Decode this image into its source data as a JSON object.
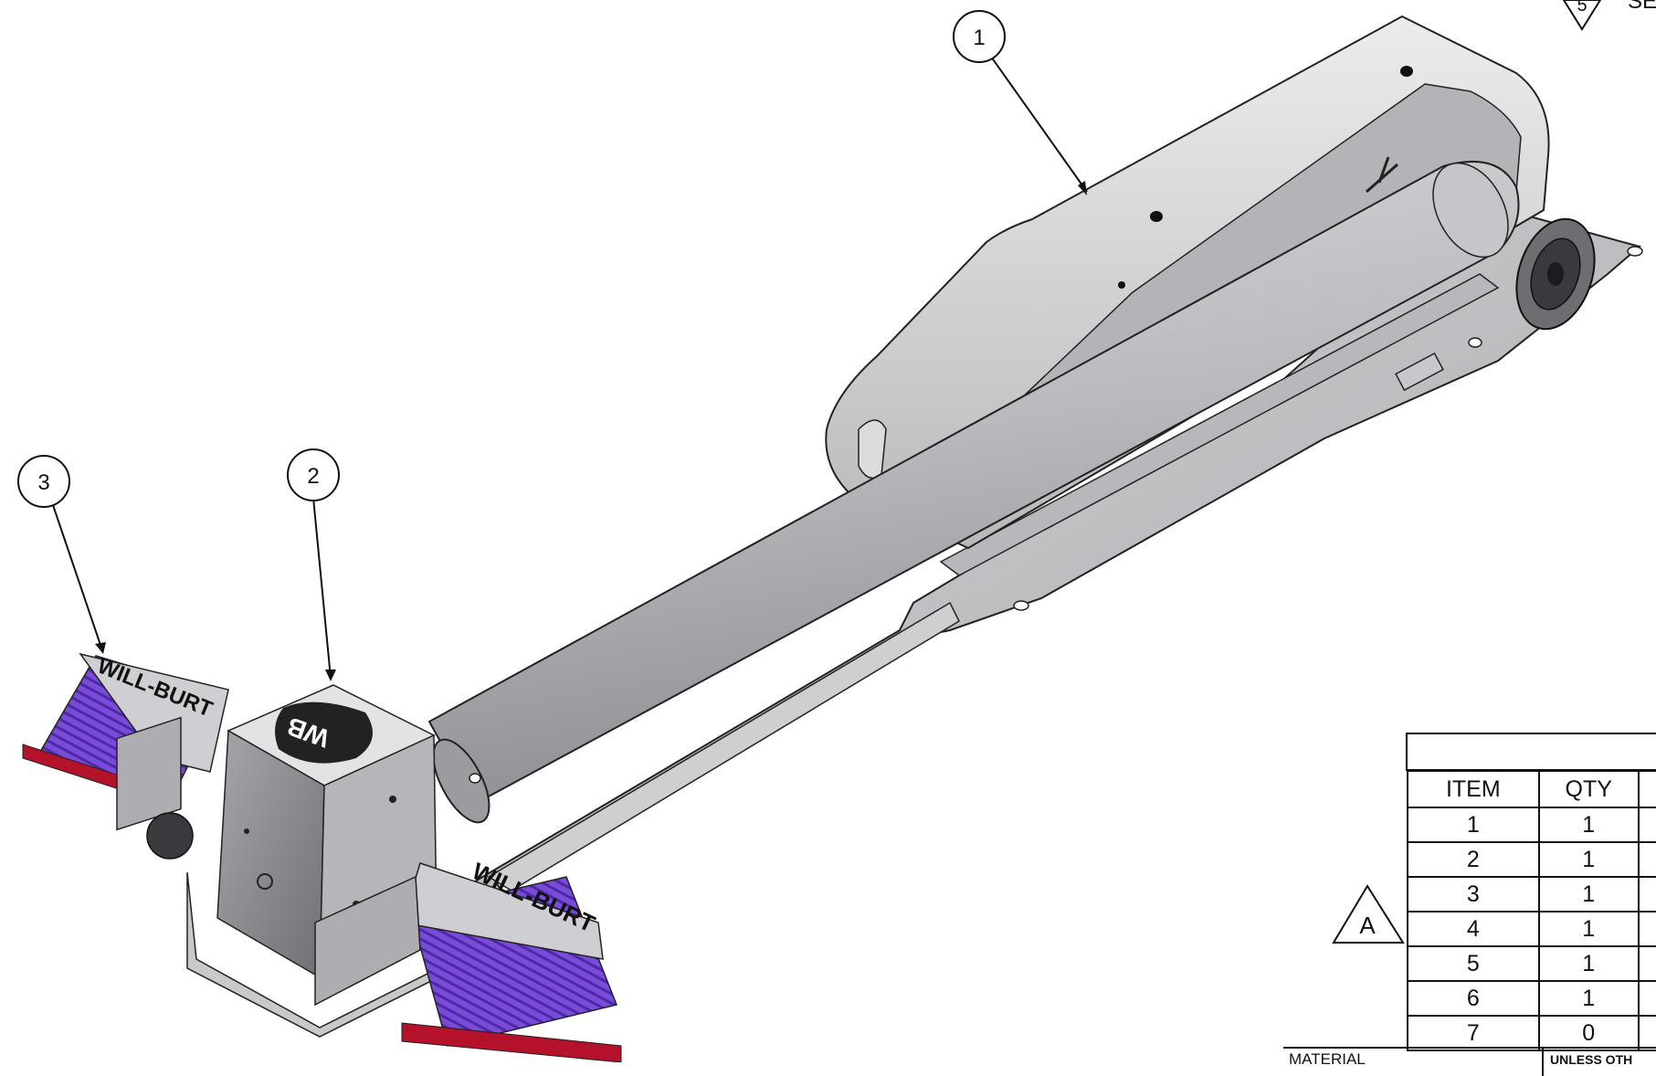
{
  "balloons": [
    {
      "id": "balloon-1",
      "label": "1"
    },
    {
      "id": "balloon-2",
      "label": "2"
    },
    {
      "id": "balloon-3",
      "label": "3"
    }
  ],
  "revision_mark": "A",
  "top_note": {
    "triangle_label": "5",
    "text": "SE"
  },
  "brand_text": "WILL-BURT",
  "logo_text": "WB",
  "bom": {
    "headers": [
      "ITEM",
      "QTY"
    ],
    "rows": [
      {
        "item": "1",
        "qty": "1"
      },
      {
        "item": "2",
        "qty": "1"
      },
      {
        "item": "3",
        "qty": "1"
      },
      {
        "item": "4",
        "qty": "1"
      },
      {
        "item": "5",
        "qty": "1"
      },
      {
        "item": "6",
        "qty": "1"
      },
      {
        "item": "7",
        "qty": "0"
      }
    ]
  },
  "title_block": {
    "material_label": "MATERIAL",
    "unless_label": "UNLESS OTH"
  },
  "colors": {
    "light_purple": "#7a4bd6",
    "dark_purple": "#4a2aa8",
    "body_gray": "#c9c9cc",
    "dark_gray": "#8a8a8e",
    "red_accent": "#b3122a"
  }
}
